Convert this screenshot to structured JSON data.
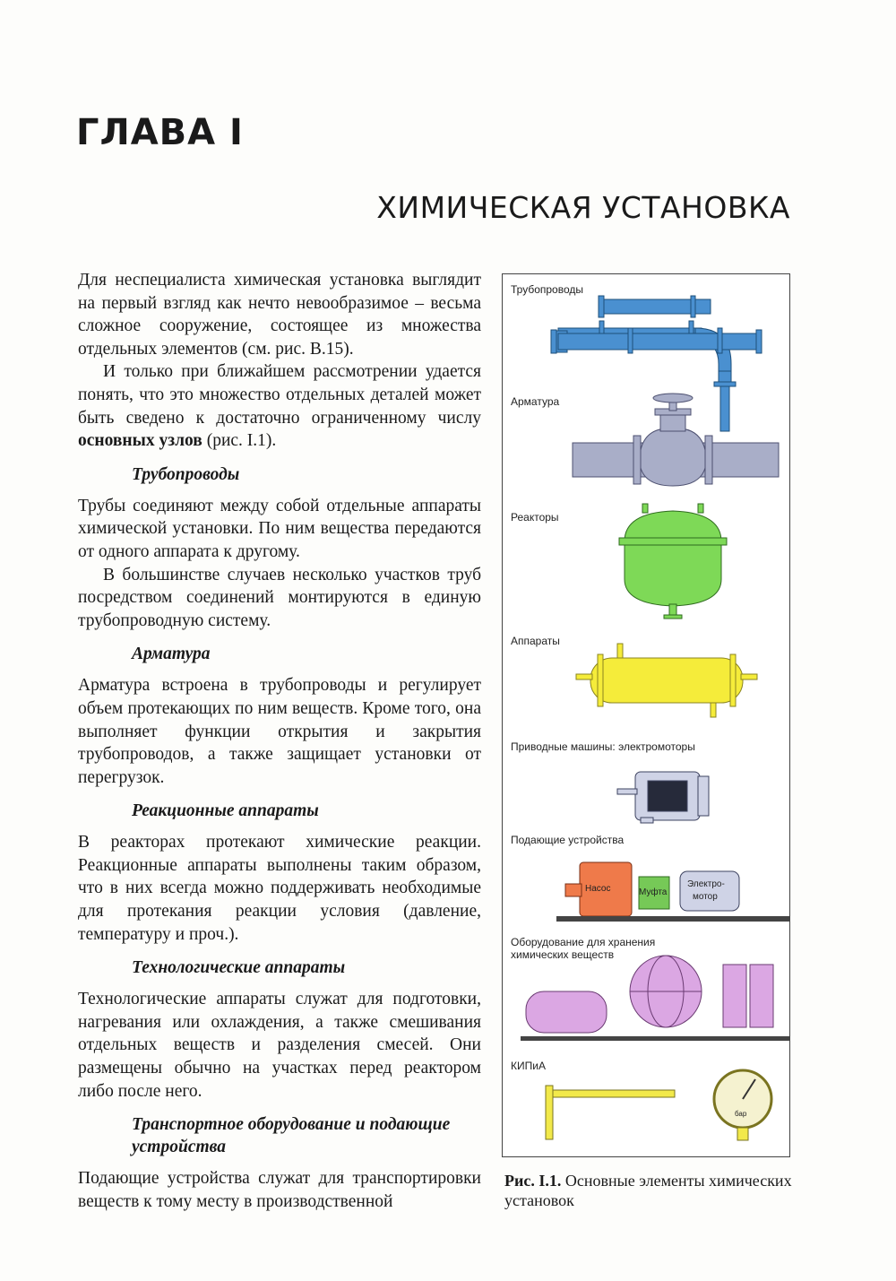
{
  "chapter": "ГЛАВА I",
  "title": "ХИМИЧЕСКАЯ УСТАНОВКА",
  "intro": [
    "Для неспециалиста химическая установка выглядит на первый взгляд как нечто невообразимое – весьма сложное сооружение, состоящее из множества отдельных элементов (см. рис. В.15).",
    "И только при ближайшем рассмотрении удается понять, что это множество отдельных деталей может быть сведено к достаточно ограниченному числу",
    "основных узлов",
    "(рис. I.1)."
  ],
  "sections": [
    {
      "heading": "Трубопроводы",
      "paragraphs": [
        "Трубы соединяют между собой отдельные аппараты химической установки. По ним вещества передаются от одного аппарата к другому.",
        "В большинстве случаев несколько участков труб посредством соединений монтируются в единую трубопроводную систему."
      ]
    },
    {
      "heading": "Арматура",
      "paragraphs": [
        "Арматура встроена в трубопроводы и регулирует объем протекающих по ним веществ. Кроме того, она выполняет функции открытия и закрытия трубопроводов, а также защищает установки от перегрузок."
      ]
    },
    {
      "heading": "Реакционные аппараты",
      "paragraphs": [
        "В реакторах протекают химические реакции. Реакционные аппараты выполнены таким образом, что в них всегда можно поддерживать необходимые для протекания реакции условия (давление, температуру и проч.)."
      ]
    },
    {
      "heading": "Технологические аппараты",
      "paragraphs": [
        "Технологические аппараты служат для подготовки, нагревания или охлаждения, а также смешивания отдельных веществ и разделения смесей. Они размещены обычно на участках перед реактором либо после него."
      ]
    },
    {
      "heading": "Транспортное оборудование и подающие устройства",
      "paragraphs": [
        "Подающие устройства служат для транспортировки веществ к тому месту в производственной"
      ]
    }
  ],
  "figure": {
    "labels": [
      "Трубопроводы",
      "Арматура",
      "Реакторы",
      "Аппараты",
      "Приводные машины: электромоторы",
      "Подающие устройства",
      "Оборудование для хранения химических веществ",
      "КИПиА"
    ],
    "pump_labels": [
      "Насос",
      "Муфта",
      "Электро-",
      "мотор"
    ],
    "gauge_label": "бар",
    "caption_bold": "Рис. I.1.",
    "caption_text": "Основные элементы химических установок",
    "colors": {
      "pipe": "#4a90d0",
      "valve": "#a9aec8",
      "reactor": "#7ed957",
      "apparatus": "#f5ec3a",
      "motor": "#cfd3e6",
      "pump": "#ef7a4a",
      "coupling": "#76c957",
      "storage": "#dba7e3",
      "instrument": "#f2e94a"
    }
  }
}
